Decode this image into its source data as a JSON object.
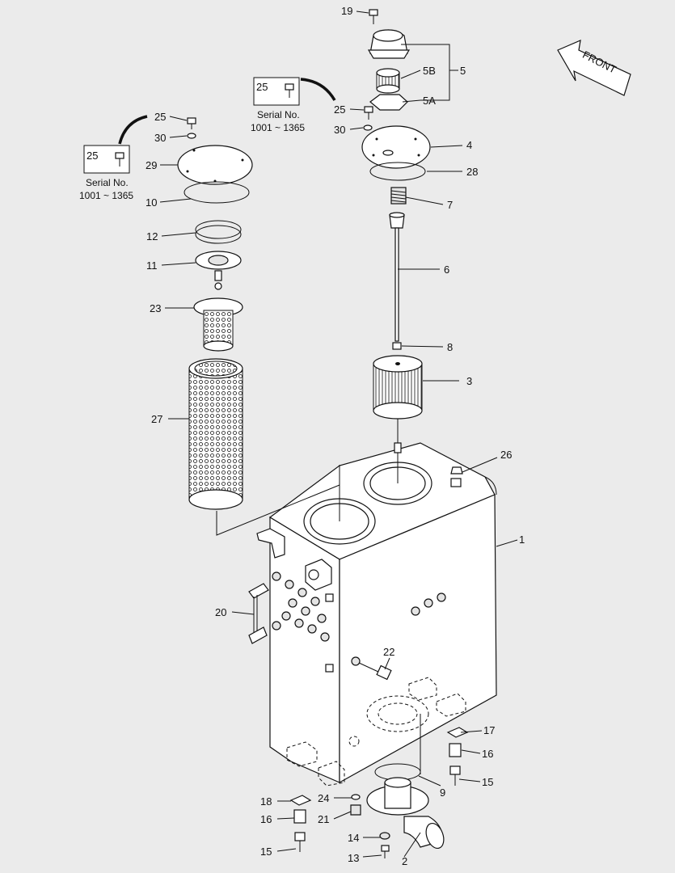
{
  "direction_label": "FRONT",
  "serial_notes": [
    {
      "id": "left",
      "part": "25",
      "line1": "Serial No.",
      "line2": "1001 ~ 1365"
    },
    {
      "id": "top",
      "part": "25",
      "line1": "Serial No.",
      "line2": "1001 ~ 1365"
    }
  ],
  "callouts": {
    "p19": "19",
    "p5b": "5B",
    "p5": "5",
    "p5a": "5A",
    "p25a": "25",
    "p30a": "30",
    "p4": "4",
    "p28": "28",
    "p7": "7",
    "p6": "6",
    "p8": "8",
    "p3": "3",
    "p25b": "25",
    "p30b": "30",
    "p29": "29",
    "p10": "10",
    "p12": "12",
    "p11": "11",
    "p23": "23",
    "p27": "27",
    "p26": "26",
    "p1": "1",
    "p20": "20",
    "p22": "22",
    "p17": "17",
    "p16a": "16",
    "p15a": "15",
    "p9": "9",
    "p18": "18",
    "p24": "24",
    "p16b": "16",
    "p21": "21",
    "p15b": "15",
    "p14": "14",
    "p13": "13",
    "p2": "2"
  }
}
